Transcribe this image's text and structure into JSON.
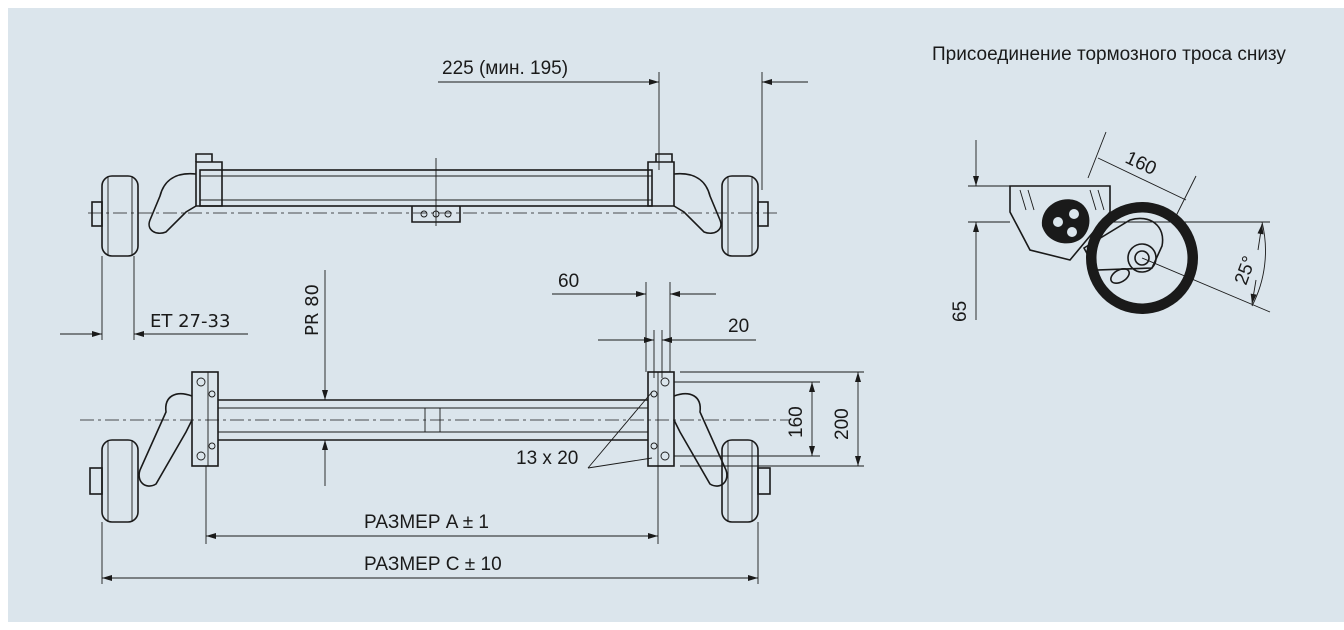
{
  "title": "Присоединение тормозного троса снизу",
  "top_view": {
    "dim_225": "225 (мин. 195)",
    "dim_et": "ET 27-33"
  },
  "bottom_view": {
    "dim_pr": "PR 80",
    "dim_60": "60",
    "dim_20": "20",
    "dim_160": "160",
    "dim_200": "200",
    "dim_holes": "13 x 20",
    "dim_a": "РАЗМЕР A ± 1",
    "dim_c": "РАЗМЕР C ± 10"
  },
  "side_view": {
    "dim_160": "160",
    "dim_65": "65",
    "dim_25": "25°"
  },
  "colors": {
    "panel_bg": "#dbe5ec",
    "line": "#1a1a1a"
  }
}
